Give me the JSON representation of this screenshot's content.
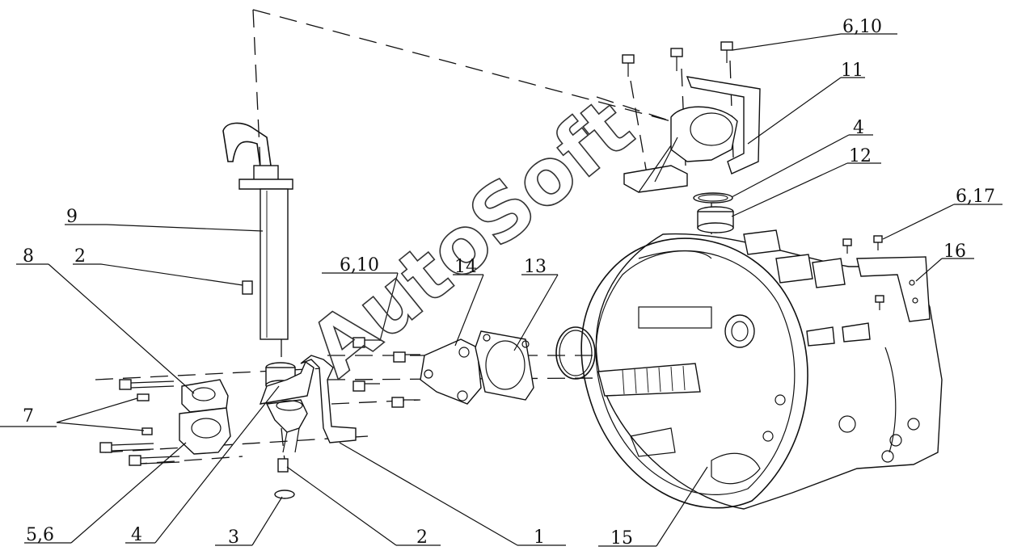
{
  "watermark": "AutoSoft",
  "callouts": [
    {
      "id": "c-6-10-top",
      "text": "6,10"
    },
    {
      "id": "c-11",
      "text": "11"
    },
    {
      "id": "c-4-top",
      "text": "4"
    },
    {
      "id": "c-12",
      "text": "12"
    },
    {
      "id": "c-6-17",
      "text": "6,17"
    },
    {
      "id": "c-16",
      "text": "16"
    },
    {
      "id": "c-9",
      "text": "9"
    },
    {
      "id": "c-8",
      "text": "8"
    },
    {
      "id": "c-2-left",
      "text": "2"
    },
    {
      "id": "c-6-10-mid",
      "text": "6,10"
    },
    {
      "id": "c-14",
      "text": "14"
    },
    {
      "id": "c-13",
      "text": "13"
    },
    {
      "id": "c-7",
      "text": "7"
    },
    {
      "id": "c-5-6",
      "text": "5,6"
    },
    {
      "id": "c-4-bottom",
      "text": "4"
    },
    {
      "id": "c-3",
      "text": "3"
    },
    {
      "id": "c-2-bottom",
      "text": "2"
    },
    {
      "id": "c-1",
      "text": "1"
    },
    {
      "id": "c-15",
      "text": "15"
    }
  ]
}
